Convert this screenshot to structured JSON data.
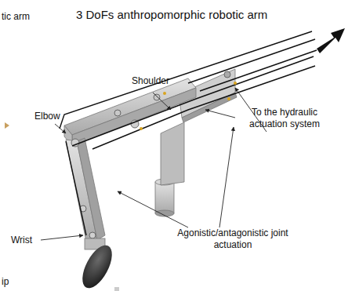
{
  "diagram": {
    "title": "3 DoFs anthropomorphic robotic arm",
    "labels": [
      "tic arm",
      "Shoulder",
      "To the hydraulic actuation system",
      "Elbow",
      "Agonistic/antagonistic joint actuation",
      "Wrist",
      "ip"
    ]
  }
}
